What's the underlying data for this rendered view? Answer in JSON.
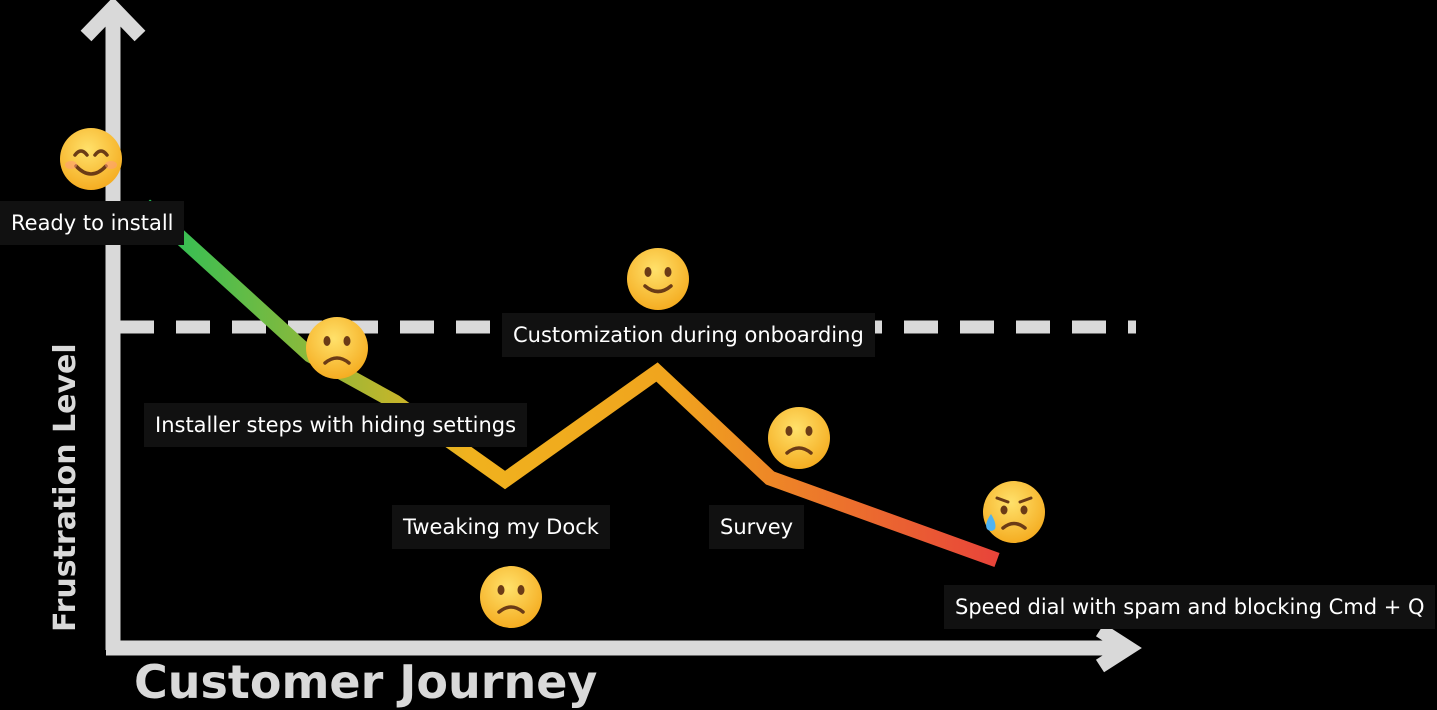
{
  "axes": {
    "x_title": "Customer Journey",
    "y_title": "Frustration Level"
  },
  "colors": {
    "background": "#000000",
    "axis": "#d9d9d9",
    "label_bg": "#111111",
    "label_text": "#ffffff",
    "path_start": "#1ec05a",
    "path_mid": "#f0b21e",
    "path_end": "#e8433a",
    "emoji_face": "#ffca28"
  },
  "steps": [
    {
      "label": "Ready to install",
      "mood": "smiling-eyes"
    },
    {
      "label": "Installer steps with hiding settings",
      "mood": "frowning"
    },
    {
      "label": "Tweaking my Dock",
      "mood": "frowning"
    },
    {
      "label": "Customization during onboarding",
      "mood": "slight-smile"
    },
    {
      "label": "Survey",
      "mood": "frowning"
    },
    {
      "label": "Speed dial with spam and blocking Cmd + Q",
      "mood": "sad-sweat"
    }
  ]
}
